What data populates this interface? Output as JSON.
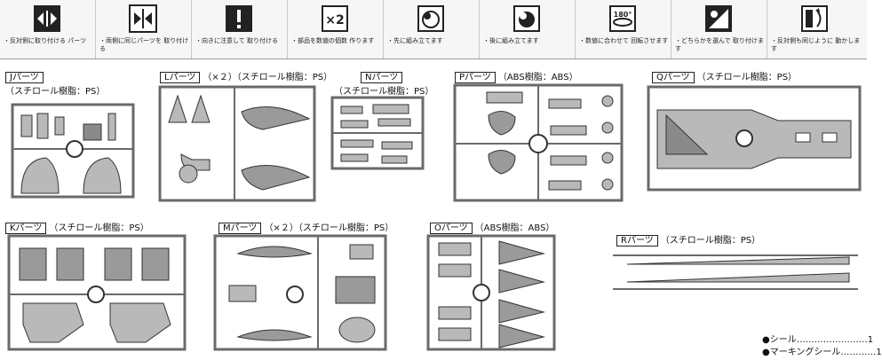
{
  "legend": [
    {
      "icon": "double-arrow-outward-icon",
      "text": "・反対側に取り付ける パーツ"
    },
    {
      "icon": "double-arrow-inward-icon",
      "text": "・両側に同じパーツを 取り付ける"
    },
    {
      "icon": "exclamation-icon",
      "text": "・向きに注意して 取り付ける"
    },
    {
      "icon": "times-two-icon",
      "symbol": "×2",
      "text": "・部品を数値の個数 作ります"
    },
    {
      "icon": "assemble-first-icon",
      "text": "・先に組み立てます"
    },
    {
      "icon": "assemble-later-icon",
      "text": "・後に組み立てます"
    },
    {
      "icon": "rotate-180-icon",
      "symbol": "180°",
      "text": "・数値に合わせて 回転させます"
    },
    {
      "icon": "choose-one-icon",
      "text": "・どちらかを選んで 取り付けます"
    },
    {
      "icon": "mirror-move-icon",
      "text": "・反対側も同じように 動かします"
    }
  ],
  "parts": [
    {
      "id": "J",
      "box": "Jパーツ",
      "extra": "",
      "sub": "（スチロール樹脂：PS）"
    },
    {
      "id": "L",
      "box": "Lパーツ",
      "extra": "（×２）（スチロール樹脂：PS）",
      "sub": ""
    },
    {
      "id": "N",
      "box": "Nパーツ",
      "extra": "",
      "sub": "（スチロール樹脂：PS）"
    },
    {
      "id": "P",
      "box": "Pパーツ",
      "extra": "（ABS樹脂：ABS）",
      "sub": ""
    },
    {
      "id": "Q",
      "box": "Qパーツ",
      "extra": "（スチロール樹脂：PS）",
      "sub": ""
    },
    {
      "id": "K",
      "box": "Kパーツ",
      "extra": "（スチロール樹脂：PS）",
      "sub": ""
    },
    {
      "id": "M",
      "box": "Mパーツ",
      "extra": "（×２）（スチロール樹脂：PS）",
      "sub": ""
    },
    {
      "id": "O",
      "box": "Oパーツ",
      "extra": "（ABS樹脂：ABS）",
      "sub": ""
    },
    {
      "id": "R",
      "box": "Rパーツ",
      "extra": "（スチロール樹脂：PS）",
      "sub": ""
    }
  ],
  "footer": {
    "seal": "●シール……………………1",
    "marking": "●マーキングシール…………1"
  },
  "colors": {
    "plastic": "#b9b9b9",
    "frame": "#6a6a6a",
    "dark": "#3a3a3a"
  }
}
